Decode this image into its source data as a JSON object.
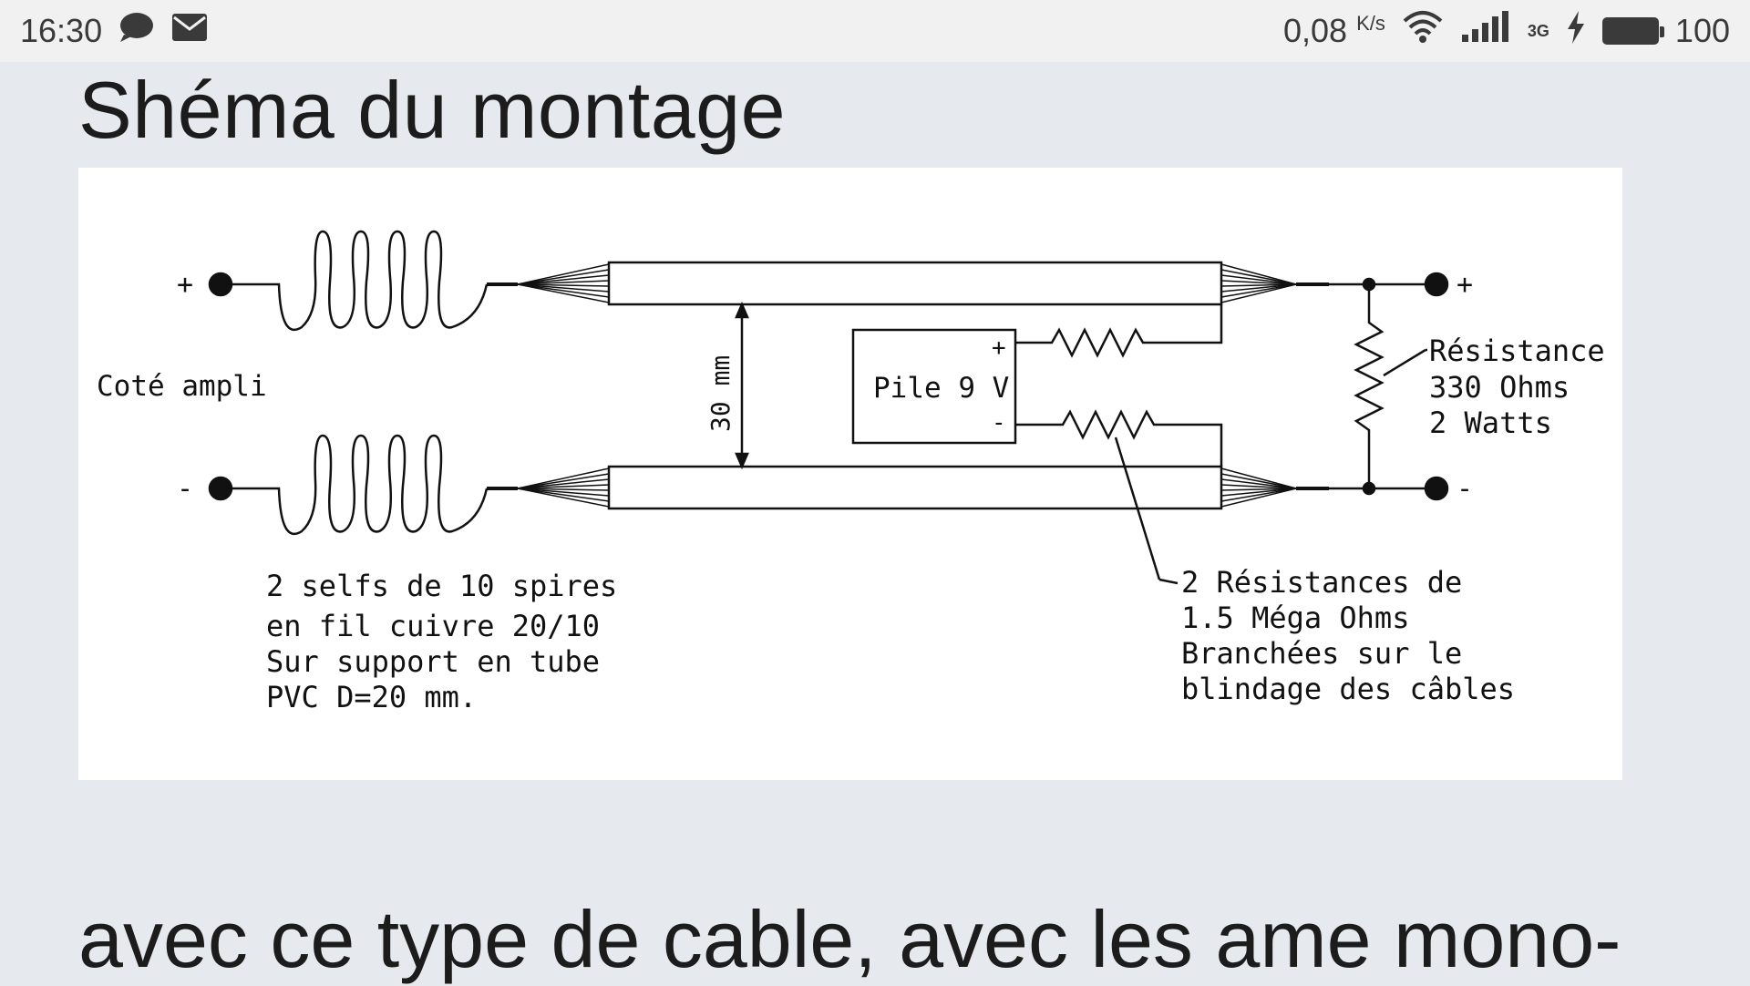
{
  "status_bar": {
    "time": "16:30",
    "speed_value": "0,08",
    "speed_unit": "K/s",
    "network_type": "3G",
    "battery_level": "100",
    "battery_fraction": 1.0,
    "icons": [
      "chat-bubble-icon",
      "mail-icon",
      "wifi-icon",
      "signal-icon",
      "charging-bolt-icon",
      "battery-icon"
    ]
  },
  "article": {
    "heading": "Shéma du montage",
    "paragraph_start": "avec ce type de cable, avec les ame mono-"
  },
  "diagram": {
    "plus_left": "+",
    "minus_left": "-",
    "plus_right": "+",
    "minus_right": "-",
    "side_label": "Coté ampli",
    "spacing": "30 mm",
    "battery": "Pile 9 V",
    "battery_plus": "+",
    "battery_minus": "-",
    "coils_note": [
      "2 selfs de 10 spires",
      "en fil cuivre 20/10",
      "Sur support en tube",
      "PVC D=20 mm."
    ],
    "load_resistor_note": [
      "Résistance",
      "330 Ohms",
      "2 Watts"
    ],
    "bias_resistors_note": [
      "2 Résistances de",
      "1.5 Méga Ohms",
      "Branchées sur le",
      "blindage des câbles"
    ]
  }
}
